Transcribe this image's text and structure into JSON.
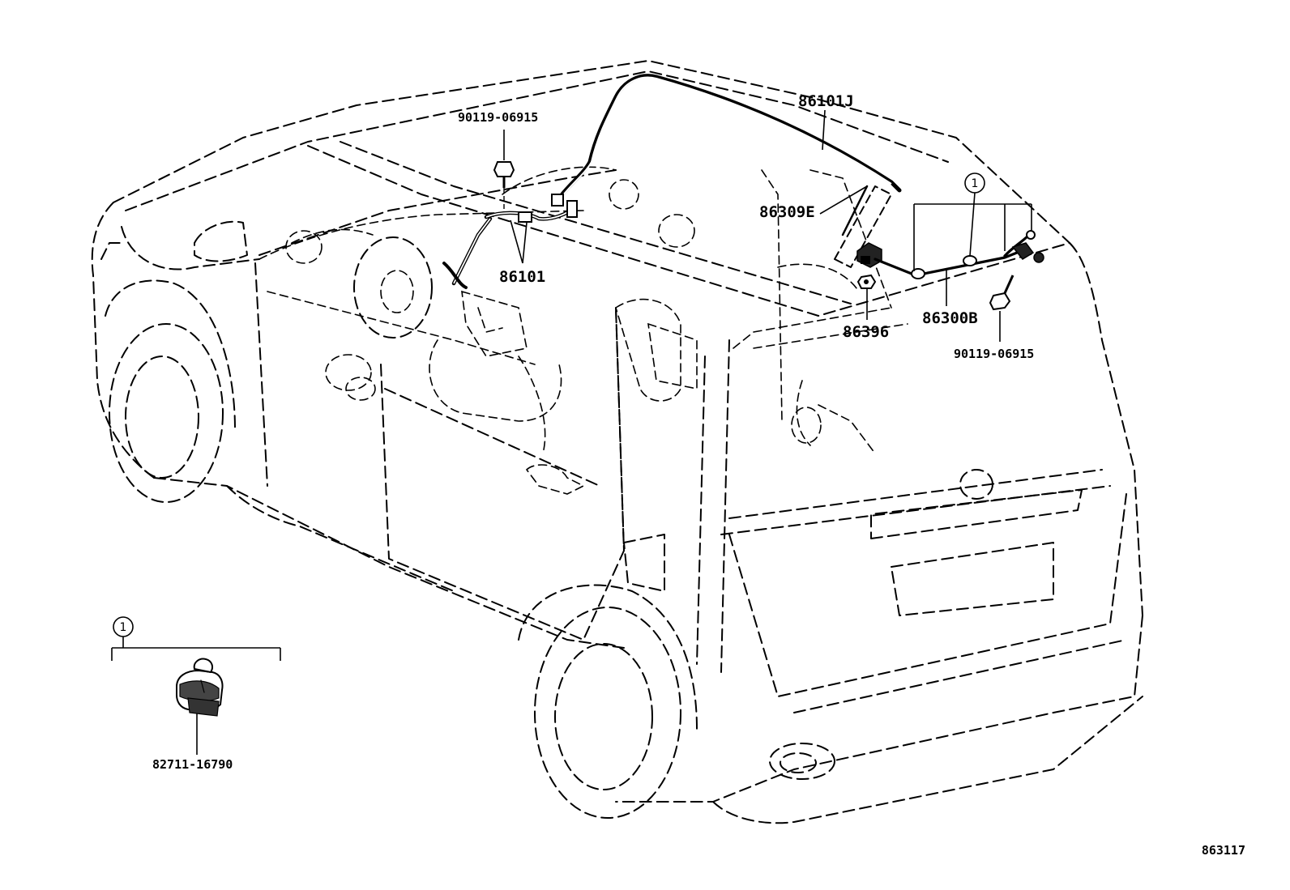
{
  "labels": {
    "p86101J": "86101J",
    "p90119_top": "90119-06915",
    "p86309E": "86309E",
    "p86101": "86101",
    "p86396": "86396",
    "p86300B": "86300B",
    "p90119_right": "90119-06915",
    "p82711": "82711-16790"
  },
  "callouts": {
    "ref_main": "1",
    "ref_inset": "1"
  },
  "figure_number": "863117"
}
